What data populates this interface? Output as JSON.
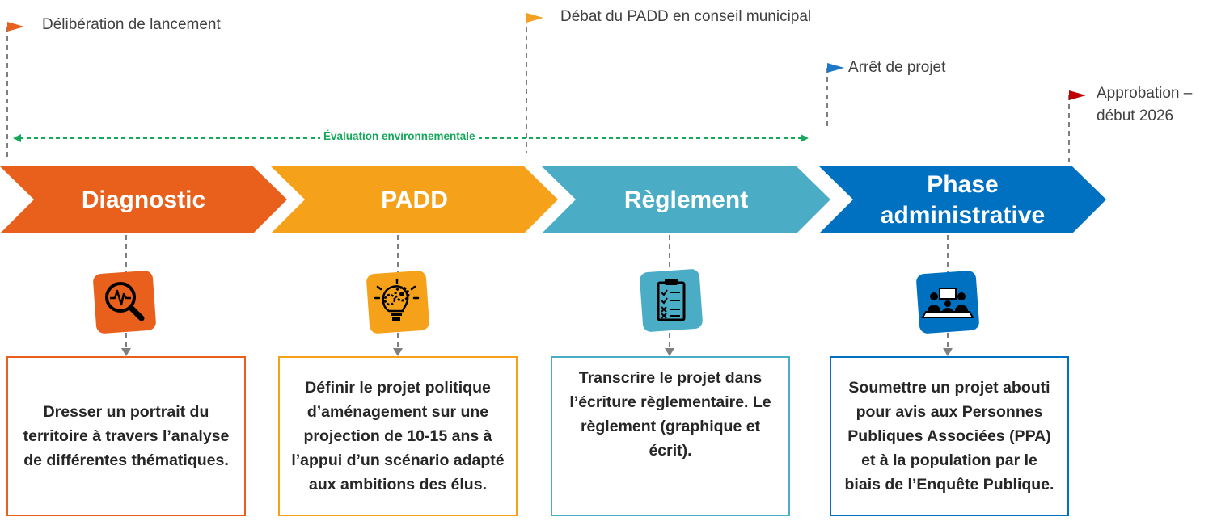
{
  "milestones": [
    {
      "text": "Délibération de lancement",
      "color": "#e8601c"
    },
    {
      "text": "Débat du PADD en conseil municipal",
      "color": "#f5a020"
    },
    {
      "text": "Arrêt de projet",
      "color": "#1b77c7"
    },
    {
      "line1": "Approbation –",
      "line2": "début 2026",
      "color": "#c00000"
    }
  ],
  "environment": {
    "label": "Évaluation environnementale",
    "color": "#14a85a"
  },
  "phases": [
    {
      "title": "Diagnostic",
      "color": "#e8601c",
      "icon": "magnifier-pulse-icon",
      "description": "Dresser un portrait du territoire à travers l’analyse de différentes thématiques."
    },
    {
      "title": "PADD",
      "color": "#f5a21a",
      "icon": "lightbulb-gears-icon",
      "description": "Définir le projet politique d’aménagement sur une projection de 10-15 ans à l’appui d’un scénario adapté aux ambitions des élus."
    },
    {
      "title": "Règlement",
      "color": "#4bacc6",
      "icon": "checklist-clipboard-icon",
      "description": "Transcrire le projet dans l’écriture règlementaire. Le règlement (graphique et écrit)."
    },
    {
      "title_line1": "Phase",
      "title_line2": "administrative",
      "color": "#0070c0",
      "icon": "meeting-people-icon",
      "description": "Soumettre un projet abouti pour avis aux Personnes Publiques Associées (PPA) et à la population par le biais de l’Enquête Publique."
    }
  ]
}
